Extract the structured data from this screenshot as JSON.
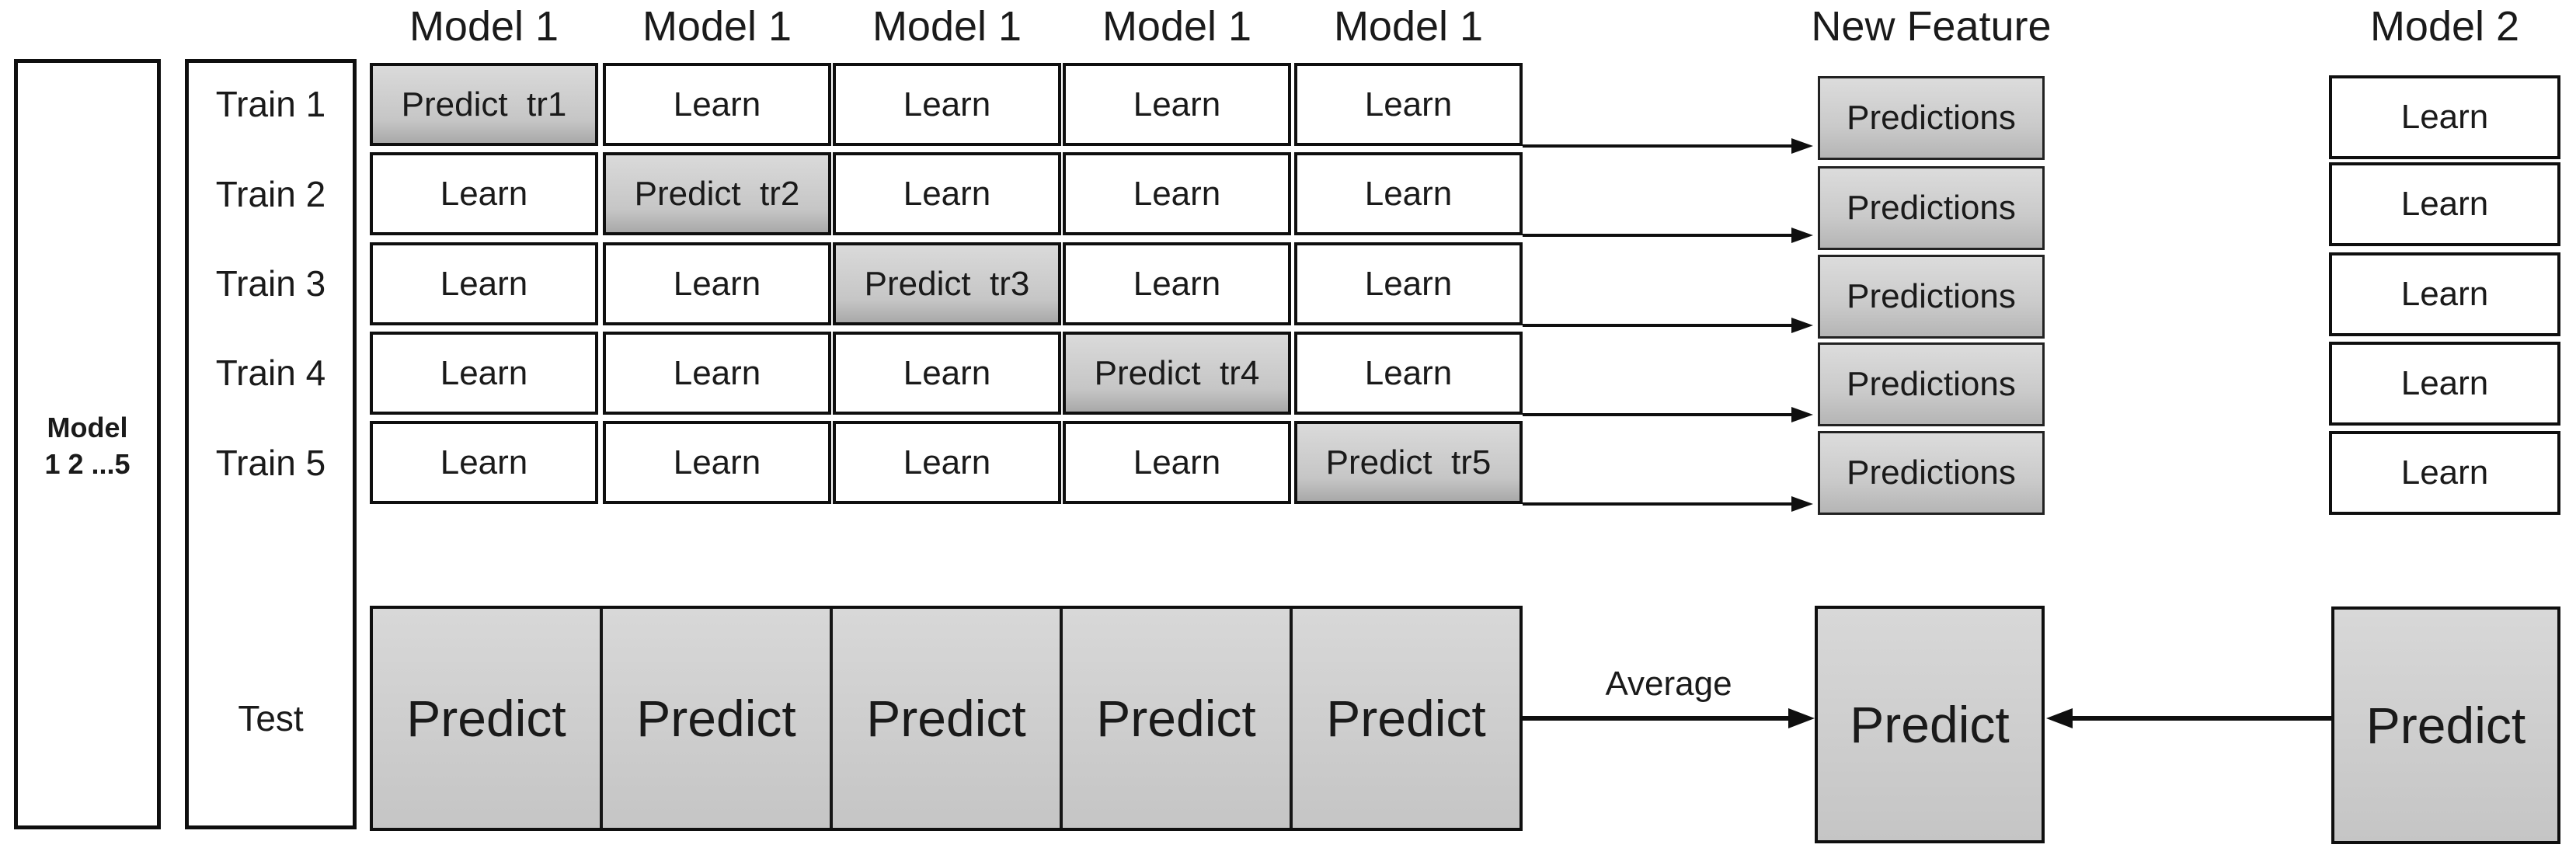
{
  "headers": {
    "model1_labels": [
      "Model 1",
      "Model 1",
      "Model 1",
      "Model 1",
      "Model 1"
    ],
    "new_feature": "New Feature",
    "model2": "Model 2"
  },
  "left_panel": {
    "line1": "Model",
    "line2": "1 2 ...5"
  },
  "row_labels": [
    "Train 1",
    "Train 2",
    "Train 3",
    "Train 4",
    "Train 5"
  ],
  "test_label": "Test",
  "grid": {
    "rows": [
      {
        "cells": [
          {
            "text": "Predict  tr1",
            "highlight": true
          },
          {
            "text": "Learn",
            "highlight": false
          },
          {
            "text": "Learn",
            "highlight": false
          },
          {
            "text": "Learn",
            "highlight": false
          },
          {
            "text": "Learn",
            "highlight": false
          }
        ]
      },
      {
        "cells": [
          {
            "text": "Learn",
            "highlight": false
          },
          {
            "text": "Predict  tr2",
            "highlight": true
          },
          {
            "text": "Learn",
            "highlight": false
          },
          {
            "text": "Learn",
            "highlight": false
          },
          {
            "text": "Learn",
            "highlight": false
          }
        ]
      },
      {
        "cells": [
          {
            "text": "Learn",
            "highlight": false
          },
          {
            "text": "Learn",
            "highlight": false
          },
          {
            "text": "Predict  tr3",
            "highlight": true
          },
          {
            "text": "Learn",
            "highlight": false
          },
          {
            "text": "Learn",
            "highlight": false
          }
        ]
      },
      {
        "cells": [
          {
            "text": "Learn",
            "highlight": false
          },
          {
            "text": "Learn",
            "highlight": false
          },
          {
            "text": "Learn",
            "highlight": false
          },
          {
            "text": "Predict  tr4",
            "highlight": true
          },
          {
            "text": "Learn",
            "highlight": false
          }
        ]
      },
      {
        "cells": [
          {
            "text": "Learn",
            "highlight": false
          },
          {
            "text": "Learn",
            "highlight": false
          },
          {
            "text": "Learn",
            "highlight": false
          },
          {
            "text": "Learn",
            "highlight": false
          },
          {
            "text": "Predict  tr5",
            "highlight": true
          }
        ]
      }
    ]
  },
  "predictions": [
    "Predictions",
    "Predictions",
    "Predictions",
    "Predictions",
    "Predictions"
  ],
  "model2_learn": [
    "Learn",
    "Learn",
    "Learn",
    "Learn",
    "Learn"
  ],
  "test_cells": [
    "Predict",
    "Predict",
    "Predict",
    "Predict",
    "Predict"
  ],
  "average_label": "Average",
  "center_predict_label": "Predict",
  "model2_predict_label": "Predict",
  "colors": {
    "background": "#ffffff",
    "border": "#0f0f0f",
    "gray_fill_top": "#dcdcdc",
    "gray_fill_bottom": "#b5b5b5",
    "text": "#1a1a1a"
  }
}
